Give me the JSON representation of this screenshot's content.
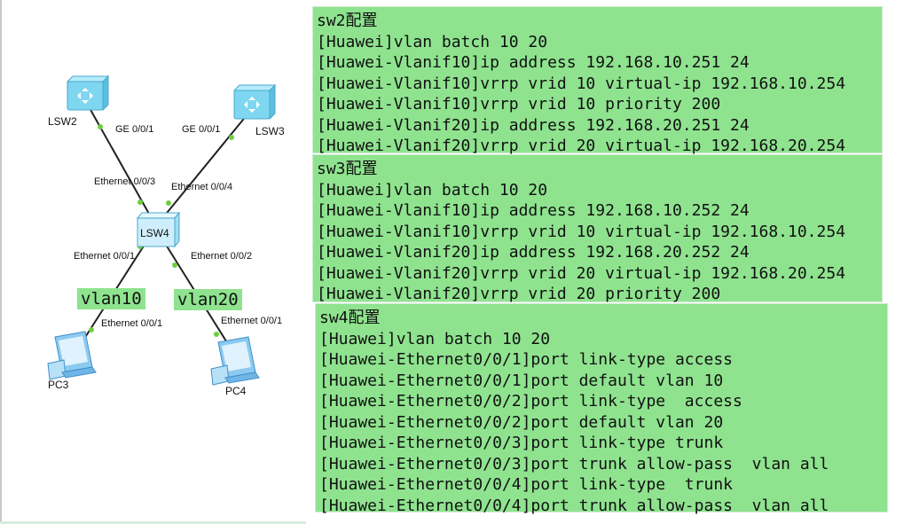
{
  "colors": {
    "config_bg": "#8fe38f",
    "link": "#222222",
    "port_dot": "#6ccf3f",
    "switch": "#7fd6f0",
    "pc": "#8ccaf0"
  },
  "topology": {
    "devices": {
      "lsw2": "LSW2",
      "lsw3": "LSW3",
      "lsw4": "LSW4",
      "pc3": "PC3",
      "pc4": "PC4"
    },
    "ports": {
      "lsw2_ge": "GE 0/0/1",
      "lsw3_ge": "GE 0/0/1",
      "lsw4_e3": "Ethernet 0/0/3",
      "lsw4_e4": "Ethernet 0/0/4",
      "lsw4_e1": "Ethernet 0/0/1",
      "lsw4_e2": "Ethernet 0/0/2",
      "pc3_e1": "Ethernet 0/0/1",
      "pc4_e1": "Ethernet 0/0/1"
    },
    "vlan_labels": {
      "left": "vlan10",
      "right": "vlan20"
    }
  },
  "configs": {
    "sw2": {
      "title": "sw2配置",
      "lines": [
        "[Huawei]vlan batch 10 20",
        "[Huawei-Vlanif10]ip address 192.168.10.251 24",
        "[Huawei-Vlanif10]vrrp vrid 10 virtual-ip 192.168.10.254",
        "[Huawei-Vlanif10]vrrp vrid 10 priority 200",
        "[Huawei-Vlanif20]ip address 192.168.20.251 24",
        "[Huawei-Vlanif20]vrrp vrid 20 virtual-ip 192.168.20.254"
      ]
    },
    "sw3": {
      "title": "sw3配置",
      "lines": [
        "[Huawei]vlan batch 10 20",
        "[Huawei-Vlanif10]ip address 192.168.10.252 24",
        "[Huawei-Vlanif10]vrrp vrid 10 virtual-ip 192.168.10.254",
        "[Huawei-Vlanif20]ip address 192.168.20.252 24",
        "[Huawei-Vlanif20]vrrp vrid 20 virtual-ip 192.168.20.254",
        "[Huawei-Vlanif20]vrrp vrid 20 priority 200"
      ]
    },
    "sw4": {
      "title": "sw4配置",
      "lines": [
        "[Huawei]vlan batch 10 20",
        "[Huawei-Ethernet0/0/1]port link-type access",
        "[Huawei-Ethernet0/0/1]port default vlan 10",
        "[Huawei-Ethernet0/0/2]port link-type  access",
        "[Huawei-Ethernet0/0/2]port default vlan 20",
        "[Huawei-Ethernet0/0/3]port link-type trunk",
        "[Huawei-Ethernet0/0/3]port trunk allow-pass  vlan all",
        "[Huawei-Ethernet0/0/4]port link-type  trunk",
        "[Huawei-Ethernet0/0/4]port trunk allow-pass  vlan all"
      ]
    }
  }
}
